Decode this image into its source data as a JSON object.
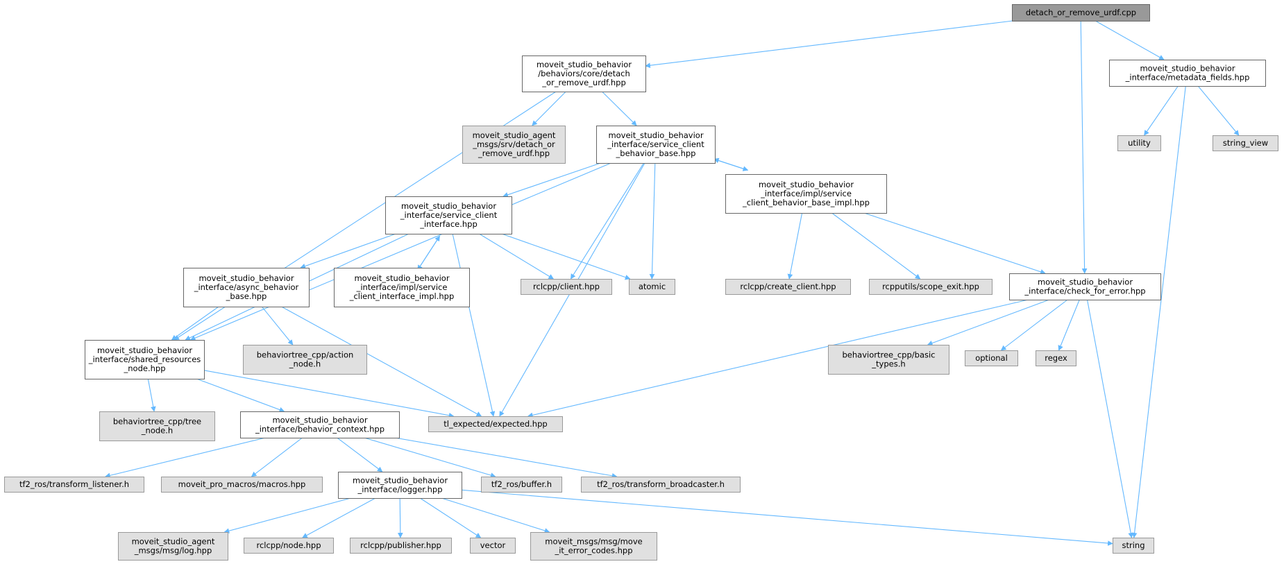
{
  "colors": {
    "edge": "#63b8ff",
    "root_fill": "#999999",
    "root_stroke": "#666666",
    "local_fill": "#ffffff",
    "local_stroke": "#666666",
    "external_fill": "#e0e0e0",
    "external_stroke": "#999999"
  },
  "nodes": [
    {
      "id": "root",
      "kind": "root",
      "lines": [
        "detach_or_remove_urdf.cpp"
      ]
    },
    {
      "id": "core_detach",
      "kind": "local",
      "lines": [
        "moveit_studio_behavior",
        "/behaviors/core/detach",
        "_or_remove_urdf.hpp"
      ]
    },
    {
      "id": "metadata",
      "kind": "local",
      "lines": [
        "moveit_studio_behavior",
        "_interface/metadata_fields.hpp"
      ]
    },
    {
      "id": "srv_detach",
      "kind": "external",
      "lines": [
        "moveit_studio_agent",
        "_msgs/srv/detach_or",
        "_remove_urdf.hpp"
      ]
    },
    {
      "id": "svc_base",
      "kind": "local",
      "lines": [
        "moveit_studio_behavior",
        "_interface/service_client",
        "_behavior_base.hpp"
      ]
    },
    {
      "id": "utility",
      "kind": "external",
      "lines": [
        "utility"
      ]
    },
    {
      "id": "string_view",
      "kind": "external",
      "lines": [
        "string_view"
      ]
    },
    {
      "id": "svc_iface",
      "kind": "local",
      "lines": [
        "moveit_studio_behavior",
        "_interface/service_client",
        "_interface.hpp"
      ]
    },
    {
      "id": "svc_base_impl",
      "kind": "local",
      "lines": [
        "moveit_studio_behavior",
        "_interface/impl/service",
        "_client_behavior_base_impl.hpp"
      ]
    },
    {
      "id": "async_base",
      "kind": "local",
      "lines": [
        "moveit_studio_behavior",
        "_interface/async_behavior",
        "_base.hpp"
      ]
    },
    {
      "id": "svc_iface_impl",
      "kind": "local",
      "lines": [
        "moveit_studio_behavior",
        "_interface/impl/service",
        "_client_interface_impl.hpp"
      ]
    },
    {
      "id": "client",
      "kind": "external",
      "lines": [
        "rclcpp/client.hpp"
      ]
    },
    {
      "id": "atomic",
      "kind": "external",
      "lines": [
        "atomic"
      ]
    },
    {
      "id": "create_client",
      "kind": "external",
      "lines": [
        "rclcpp/create_client.hpp"
      ]
    },
    {
      "id": "scope_exit",
      "kind": "external",
      "lines": [
        "rcpputils/scope_exit.hpp"
      ]
    },
    {
      "id": "check_error",
      "kind": "local",
      "lines": [
        "moveit_studio_behavior",
        "_interface/check_for_error.hpp"
      ]
    },
    {
      "id": "shared_res",
      "kind": "local",
      "lines": [
        "moveit_studio_behavior",
        "_interface/shared_resources",
        "_node.hpp"
      ]
    },
    {
      "id": "action_node",
      "kind": "external",
      "lines": [
        "behaviortree_cpp/action",
        "_node.h"
      ]
    },
    {
      "id": "basic_types",
      "kind": "external",
      "lines": [
        "behaviortree_cpp/basic",
        "_types.h"
      ]
    },
    {
      "id": "optional",
      "kind": "external",
      "lines": [
        "optional"
      ]
    },
    {
      "id": "regex",
      "kind": "external",
      "lines": [
        "regex"
      ]
    },
    {
      "id": "tree_node",
      "kind": "external",
      "lines": [
        "behaviortree_cpp/tree",
        "_node.h"
      ]
    },
    {
      "id": "behavior_ctx",
      "kind": "local",
      "lines": [
        "moveit_studio_behavior",
        "_interface/behavior_context.hpp"
      ]
    },
    {
      "id": "expected",
      "kind": "external",
      "lines": [
        "tl_expected/expected.hpp"
      ]
    },
    {
      "id": "tf_listener",
      "kind": "external",
      "lines": [
        "tf2_ros/transform_listener.h"
      ]
    },
    {
      "id": "macros",
      "kind": "external",
      "lines": [
        "moveit_pro_macros/macros.hpp"
      ]
    },
    {
      "id": "logger",
      "kind": "local",
      "lines": [
        "moveit_studio_behavior",
        "_interface/logger.hpp"
      ]
    },
    {
      "id": "buffer",
      "kind": "external",
      "lines": [
        "tf2_ros/buffer.h"
      ]
    },
    {
      "id": "tf_broadcaster",
      "kind": "external",
      "lines": [
        "tf2_ros/transform_broadcaster.h"
      ]
    },
    {
      "id": "log_msg",
      "kind": "external",
      "lines": [
        "moveit_studio_agent",
        "_msgs/msg/log.hpp"
      ]
    },
    {
      "id": "node",
      "kind": "external",
      "lines": [
        "rclcpp/node.hpp"
      ]
    },
    {
      "id": "publisher",
      "kind": "external",
      "lines": [
        "rclcpp/publisher.hpp"
      ]
    },
    {
      "id": "vector",
      "kind": "external",
      "lines": [
        "vector"
      ]
    },
    {
      "id": "error_codes",
      "kind": "external",
      "lines": [
        "moveit_msgs/msg/move",
        "_it_error_codes.hpp"
      ]
    },
    {
      "id": "string",
      "kind": "external",
      "lines": [
        "string"
      ]
    }
  ],
  "edges": [
    {
      "from": "root",
      "to": "core_detach"
    },
    {
      "from": "root",
      "to": "metadata"
    },
    {
      "from": "root",
      "to": "check_error"
    },
    {
      "from": "core_detach",
      "to": "srv_detach"
    },
    {
      "from": "core_detach",
      "to": "svc_base"
    },
    {
      "from": "core_detach",
      "to": "shared_res"
    },
    {
      "from": "metadata",
      "to": "utility"
    },
    {
      "from": "metadata",
      "to": "string_view"
    },
    {
      "from": "metadata",
      "to": "string"
    },
    {
      "from": "svc_base",
      "to": "svc_iface"
    },
    {
      "from": "svc_base",
      "to": "svc_base_impl"
    },
    {
      "from": "svc_base",
      "to": "client"
    },
    {
      "from": "svc_base",
      "to": "atomic"
    },
    {
      "from": "svc_base",
      "to": "expected"
    },
    {
      "from": "svc_base",
      "to": "shared_res"
    },
    {
      "from": "svc_base_impl",
      "to": "svc_base"
    },
    {
      "from": "svc_base_impl",
      "to": "create_client"
    },
    {
      "from": "svc_base_impl",
      "to": "scope_exit"
    },
    {
      "from": "svc_base_impl",
      "to": "check_error"
    },
    {
      "from": "svc_iface",
      "to": "async_base"
    },
    {
      "from": "svc_iface",
      "to": "svc_iface_impl"
    },
    {
      "from": "svc_iface_impl",
      "to": "svc_iface"
    },
    {
      "from": "svc_iface",
      "to": "client"
    },
    {
      "from": "svc_iface",
      "to": "atomic"
    },
    {
      "from": "svc_iface",
      "to": "expected"
    },
    {
      "from": "svc_iface",
      "to": "shared_res"
    },
    {
      "from": "async_base",
      "to": "shared_res"
    },
    {
      "from": "async_base",
      "to": "action_node"
    },
    {
      "from": "async_base",
      "to": "expected"
    },
    {
      "from": "check_error",
      "to": "basic_types"
    },
    {
      "from": "check_error",
      "to": "optional"
    },
    {
      "from": "check_error",
      "to": "regex"
    },
    {
      "from": "check_error",
      "to": "expected"
    },
    {
      "from": "check_error",
      "to": "string"
    },
    {
      "from": "shared_res",
      "to": "tree_node"
    },
    {
      "from": "shared_res",
      "to": "behavior_ctx"
    },
    {
      "from": "shared_res",
      "to": "expected"
    },
    {
      "from": "behavior_ctx",
      "to": "tf_listener"
    },
    {
      "from": "behavior_ctx",
      "to": "macros"
    },
    {
      "from": "behavior_ctx",
      "to": "logger"
    },
    {
      "from": "behavior_ctx",
      "to": "buffer"
    },
    {
      "from": "behavior_ctx",
      "to": "tf_broadcaster"
    },
    {
      "from": "logger",
      "to": "log_msg"
    },
    {
      "from": "logger",
      "to": "node"
    },
    {
      "from": "logger",
      "to": "publisher"
    },
    {
      "from": "logger",
      "to": "vector"
    },
    {
      "from": "logger",
      "to": "error_codes"
    },
    {
      "from": "logger",
      "to": "string"
    }
  ]
}
